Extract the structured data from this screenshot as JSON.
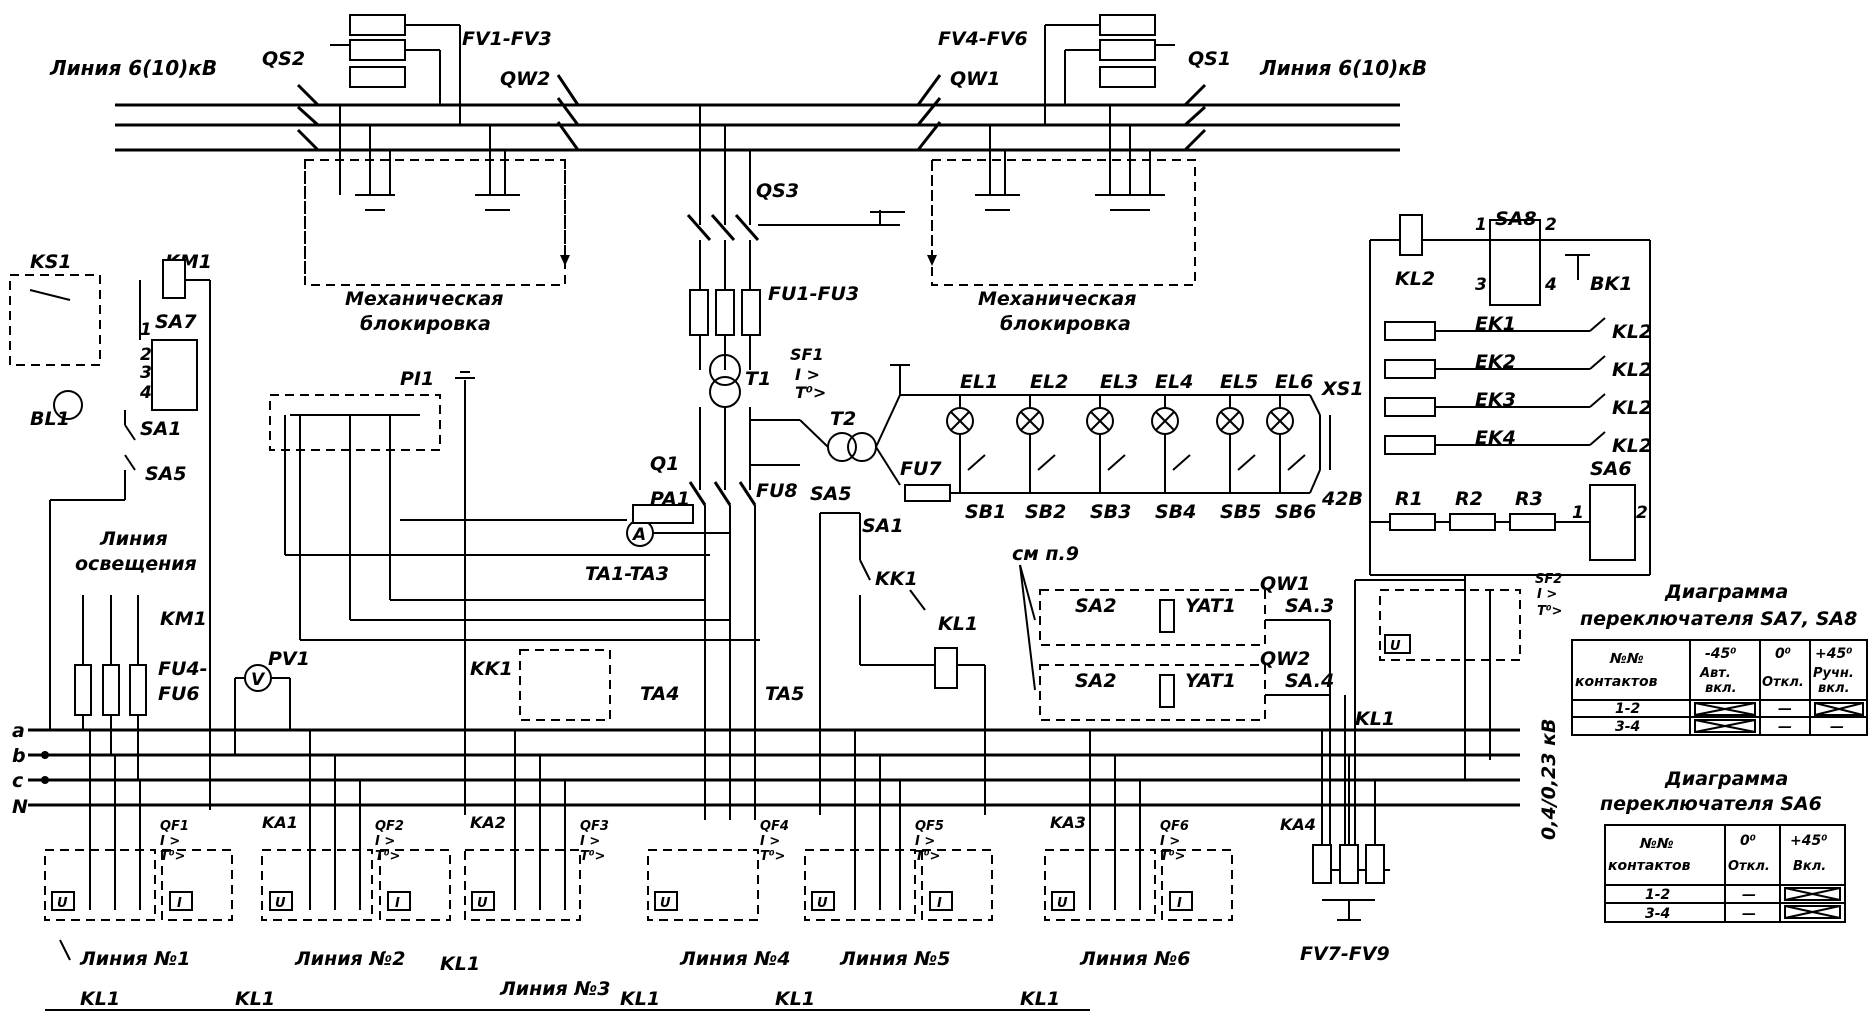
{
  "lines": {
    "left_hv": "Линия 6(10)кВ",
    "right_hv": "Линия 6(10)кВ"
  },
  "switches": {
    "qs2": "QS2",
    "qs1": "QS1",
    "qw2": "QW2",
    "qw1": "QW1",
    "qs3": "QS3",
    "q1": "Q1"
  },
  "surge": {
    "left": "FV1-FV3",
    "right": "FV4-FV6",
    "bottom": "FV7-FV9"
  },
  "interlock": {
    "left": [
      "Механическая",
      "блокировка"
    ],
    "right": [
      "Механическая",
      "блокировка"
    ]
  },
  "fuses": {
    "hv": "FU1-FU3",
    "fu7": "FU7",
    "fu8": "FU8",
    "fu46": [
      "FU4-",
      "FU6"
    ]
  },
  "trafo": {
    "t1": "T1",
    "t2": "T2",
    "sf1": [
      "SF1",
      "I >",
      "T⁰>"
    ],
    "sf2": [
      "SF2",
      "I >",
      "T⁰>"
    ]
  },
  "lamps": {
    "labels": [
      "EL1",
      "EL2",
      "EL3",
      "EL4",
      "EL5",
      "EL6"
    ],
    "buttons": [
      "SB1",
      "SB2",
      "SB3",
      "SB4",
      "SB5",
      "SB6"
    ],
    "socket": "XS1",
    "voltage": "42В"
  },
  "heaters": {
    "kl2": "KL2",
    "sa8": "SA8",
    "bk1": "BK1",
    "sa8_contacts": [
      "1",
      "2",
      "3",
      "4"
    ],
    "ek": [
      "EK1",
      "EK2",
      "EK3",
      "EK4"
    ],
    "kl2_contacts": [
      "KL2",
      "KL2",
      "KL2",
      "KL2"
    ],
    "r": [
      "R1",
      "R2",
      "R3"
    ],
    "sa6": "SA6",
    "sa6_contacts": [
      "1",
      "2"
    ]
  },
  "left_ctrl": {
    "ks1": "KS1",
    "km1": "KM1",
    "sa7": "SA7",
    "sa7_contacts": [
      "1",
      "2",
      "3",
      "4"
    ],
    "bl1": "BL1",
    "sa1": "SA1",
    "sa5": "SA5",
    "lighting": [
      "Линия",
      "освещения"
    ],
    "km1b": "KM1"
  },
  "meters": {
    "pi1": "PI1",
    "pa1": "PA1",
    "ammeter": "A",
    "ta13": "TA1-TA3",
    "kk1": "KK1",
    "ta4": "TA4",
    "ta5": "TA5",
    "pv1": "PV1",
    "voltmeter": "V"
  },
  "relays": {
    "sa5": "SA5",
    "sa1": "SA1",
    "kk1": "KK1",
    "kl1": "KL1",
    "see": "см п.9",
    "row1": {
      "sa2": "SA2",
      "yat1": "YAT1",
      "qw": "QW1",
      "sa": "SA.3"
    },
    "row2": {
      "sa2": "SA2",
      "yat1": "YAT1",
      "qw": "QW2",
      "sa": "SA.4"
    },
    "kl1b": "KL1"
  },
  "buses": {
    "names": [
      "a",
      "b",
      "c",
      "N"
    ],
    "voltage": "0,4/0,23 кВ"
  },
  "feeders": [
    {
      "ka": "",
      "qf": "QF1",
      "label": "Линия №1",
      "kl": "KL1"
    },
    {
      "ka": "KA1",
      "qf": "QF2",
      "label": "Линия №2",
      "kl": "KL1"
    },
    {
      "ka": "KA2",
      "qf": "QF3",
      "label": "Линия №3",
      "kl": "KL1"
    },
    {
      "ka": "",
      "qf": "QF4",
      "label": "Линия №4",
      "kl": "KL1"
    },
    {
      "ka": "",
      "qf": "QF5",
      "label": "Линия №5",
      "kl": "KL1"
    },
    {
      "ka": "KA3",
      "qf": "QF6",
      "label": "Линия №6",
      "kl": "KL1"
    }
  ],
  "ka4": "KA4",
  "qf_marks": [
    "I >",
    "T⁰>"
  ],
  "coil_u": "U",
  "coil_i": "I",
  "table1": {
    "title": [
      "Диаграмма",
      "переключателя SA7, SA8"
    ],
    "header": [
      "№№",
      "контактов",
      "-45⁰",
      "Авт.",
      "вкл.",
      "0⁰",
      "Откл.",
      "+45⁰",
      "Ручн.",
      "вкл."
    ],
    "rows": [
      [
        "1-2",
        "cross",
        "—",
        "cross"
      ],
      [
        "3-4",
        "cross",
        "—",
        "—"
      ]
    ]
  },
  "table2": {
    "title": [
      "Диаграмма",
      "переключателя SA6"
    ],
    "header": [
      "№№",
      "контактов",
      "0⁰",
      "Откл.",
      "+45⁰",
      "Вкл."
    ],
    "rows": [
      [
        "1-2",
        "—",
        "cross"
      ],
      [
        "3-4",
        "—",
        "cross"
      ]
    ]
  }
}
